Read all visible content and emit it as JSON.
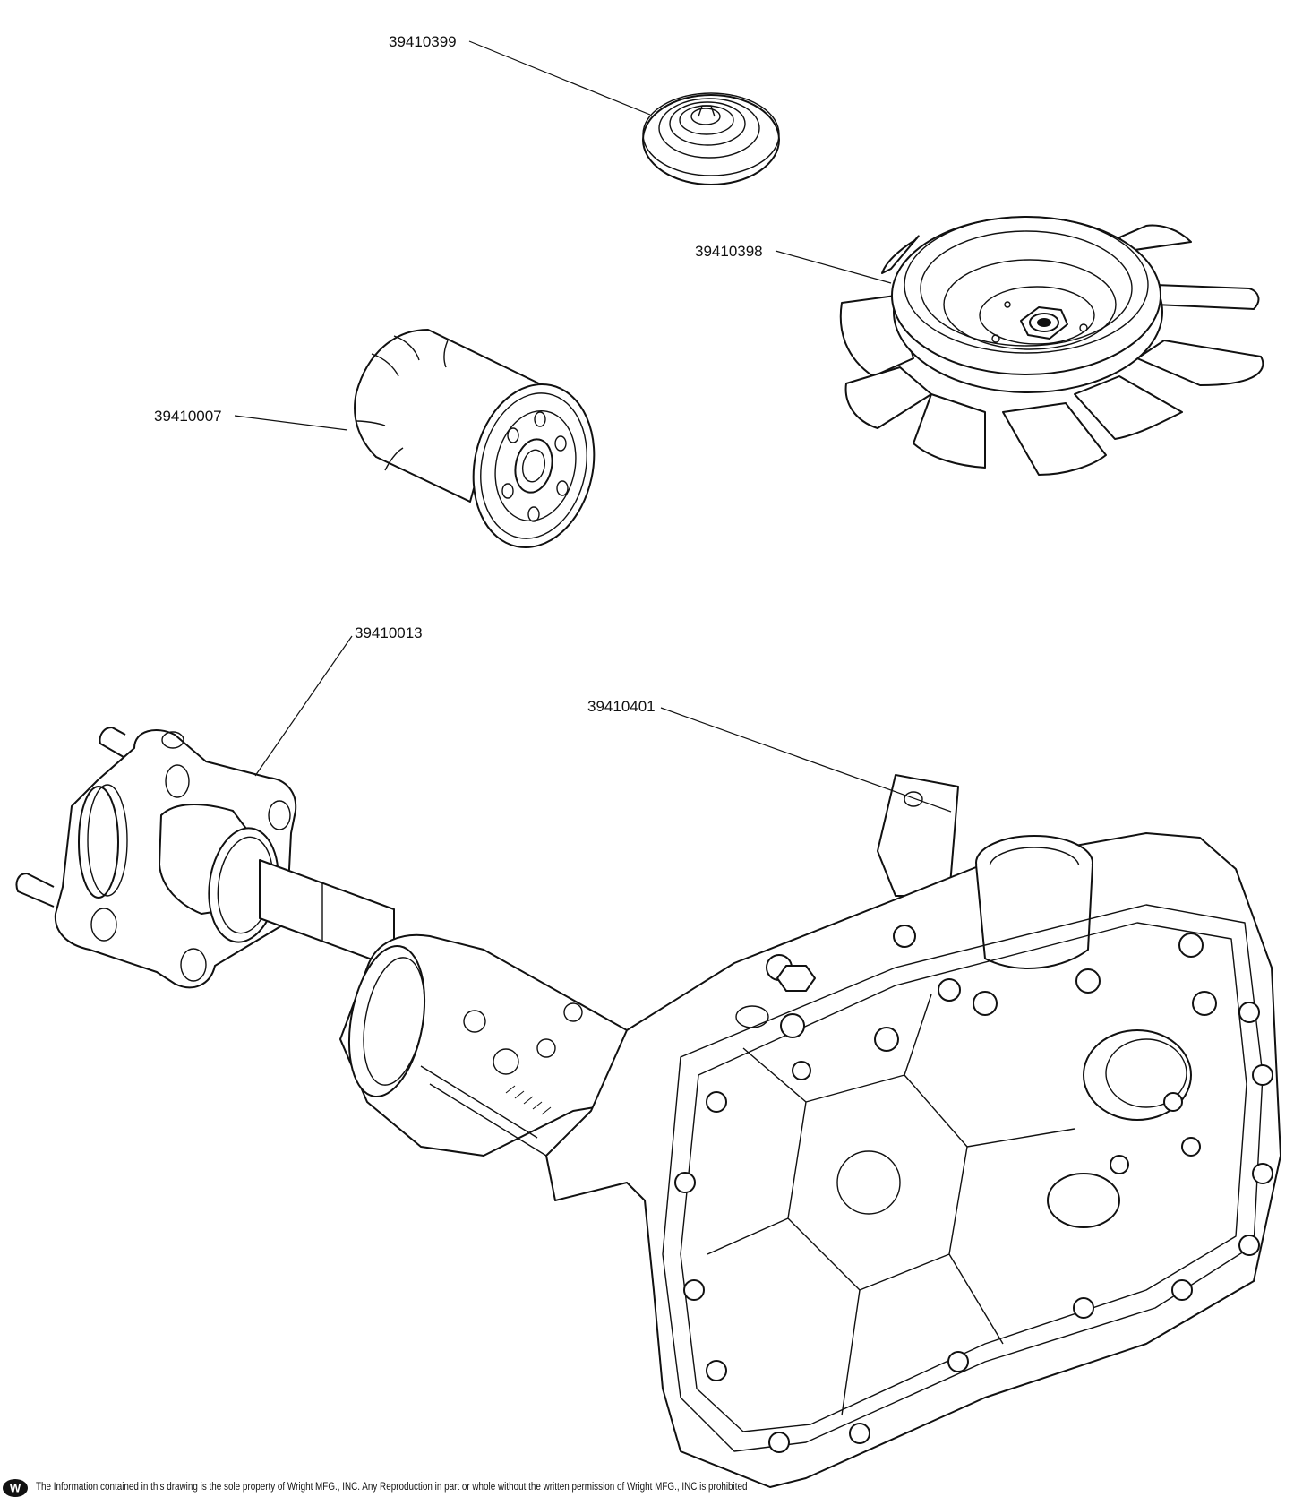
{
  "parts": [
    {
      "id": "part-cap",
      "label": "39410399"
    },
    {
      "id": "part-fan-pulley",
      "label": "39410398"
    },
    {
      "id": "part-oil-filter",
      "label": "39410007"
    },
    {
      "id": "part-axle-hub",
      "label": "39410013"
    },
    {
      "id": "part-transaxle",
      "label": "39410401"
    }
  ],
  "footer": {
    "logo_letter": "W",
    "text": "The Information contained in this drawing is the sole property of Wright MFG., INC. Any Reproduction in part or whole without the written permission of Wright MFG., INC is prohibited"
  }
}
